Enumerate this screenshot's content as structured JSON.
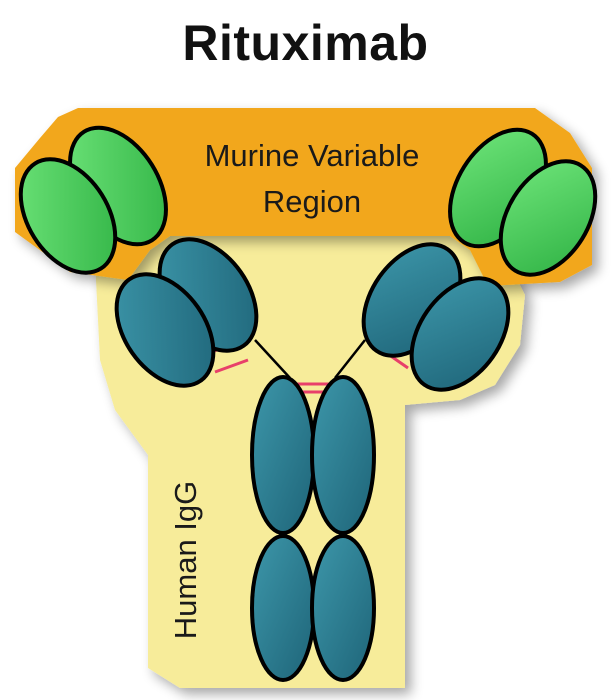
{
  "title": "Rituximab",
  "regions": {
    "murine": {
      "line1": "Murine Variable",
      "line2": "Region",
      "color": "#f2a71c"
    },
    "human": {
      "label": "Human IgG",
      "color": "#f7ec9a"
    }
  },
  "colors": {
    "variable_domain": "#4ccf5a",
    "constant_domain": "#2a7f93",
    "outline": "#000000",
    "disulfide_bond": "#e8406a"
  }
}
